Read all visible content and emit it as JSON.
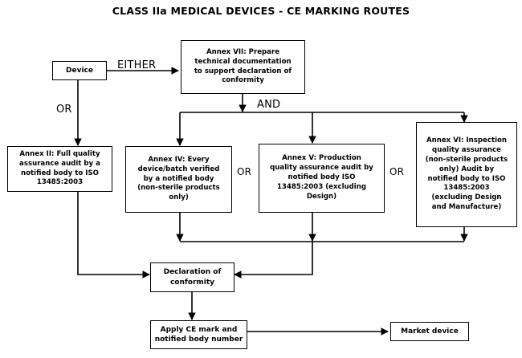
{
  "title": "CLASS IIa MEDICAL DEVICES - CE MARKING ROUTES",
  "nodes": {
    "device": "Device",
    "annex7": "Annex VII: Prepare\ntechnical documentation\nto support declaration of\nconformity",
    "annex2": "Annex II: Full quality\nassurance audit by a\nnotified body to ISO\n13485:2003",
    "annex4": "Annex IV: Every\ndevice/batch verified\nby a notified body\n(non-sterile products\nonly)",
    "annex5": "Annex V: Production\nquality assurance audit by\nnotified body ISO\n13485:2003 (excluding\nDesign)",
    "annex6": "Annex VI: Inspection\nquality assurance\n(non-sterile products\nonly) Audit by\nnotified body to ISO\n13485:2003\n(excluding Design\nand Manufacture)",
    "declaration": "Declaration of\nconformity",
    "apply_ce": "Apply CE mark and\nnotified body number",
    "market": "Market device"
  },
  "edge_labels": {
    "either": "EITHER",
    "or_device": "OR",
    "and": "AND",
    "or_4_5": "OR",
    "or_5_6": "OR"
  },
  "colors": {
    "line": "#000000",
    "box_border": "#000000",
    "background": "#ffffff",
    "text": "#000000"
  }
}
